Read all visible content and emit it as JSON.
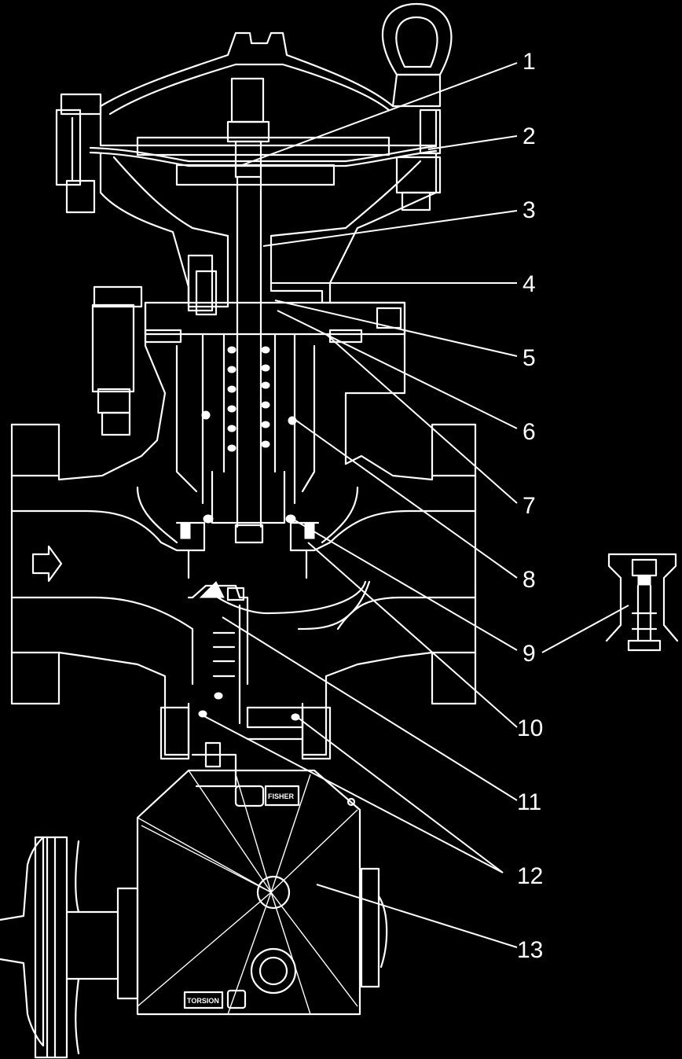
{
  "colors": {
    "background": "#000000",
    "line": "#ffffff"
  },
  "callouts": [
    {
      "label": "1"
    },
    {
      "label": "2"
    },
    {
      "label": "3"
    },
    {
      "label": "4"
    },
    {
      "label": "5"
    },
    {
      "label": "6"
    },
    {
      "label": "7"
    },
    {
      "label": "8"
    },
    {
      "label": "9"
    },
    {
      "label": "10"
    },
    {
      "label": "11"
    },
    {
      "label": "12"
    },
    {
      "label": "13"
    }
  ],
  "nameplates": {
    "top_port": "FISHER",
    "left_port": "TORSION"
  }
}
